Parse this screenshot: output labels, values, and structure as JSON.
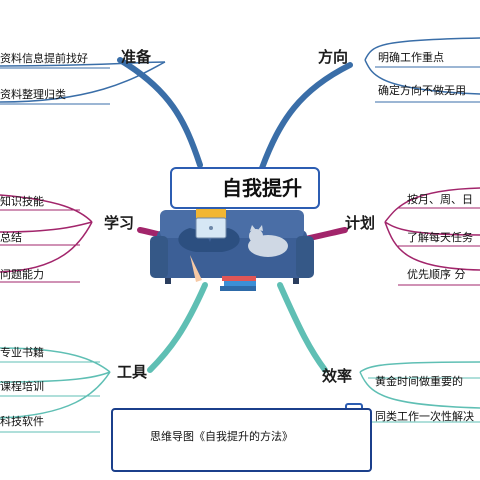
{
  "mindmap": {
    "center": "自我提升",
    "branches": {
      "prepare": {
        "label": "准备",
        "items": [
          "资料信息提前找好",
          "资料整理归类"
        ]
      },
      "direction": {
        "label": "方向",
        "items": [
          "明确工作重点",
          "确定方向不做无用"
        ]
      },
      "study": {
        "label": "学习",
        "items": [
          "知识技能",
          "总结",
          "问题能力"
        ]
      },
      "plan": {
        "label": "计划",
        "items": [
          "按月、周、日",
          "了解每天任务",
          "优先顺序  分"
        ]
      },
      "tools": {
        "label": "工具",
        "items": [
          "专业书籍",
          "课程培训",
          "科技软件"
        ]
      },
      "efficiency": {
        "label": "效率",
        "items": [
          "黄金时间做重要的",
          "同类工作一次性解决"
        ]
      }
    }
  },
  "caption": "思维导图《自我提升的方法》",
  "colors": {
    "prepare": "#3a6ea8",
    "direction": "#3a6ea8",
    "study": "#a2256b",
    "plan": "#a2256b",
    "tools": "#5fbfb4",
    "efficiency": "#5fbfb4"
  },
  "icons": [
    "plant-icon",
    "woman-illustration",
    "laptop-icon",
    "sofa-illustration",
    "cat-illustration",
    "books-icon",
    "lightbulb-icon",
    "frame-clip-icon"
  ]
}
